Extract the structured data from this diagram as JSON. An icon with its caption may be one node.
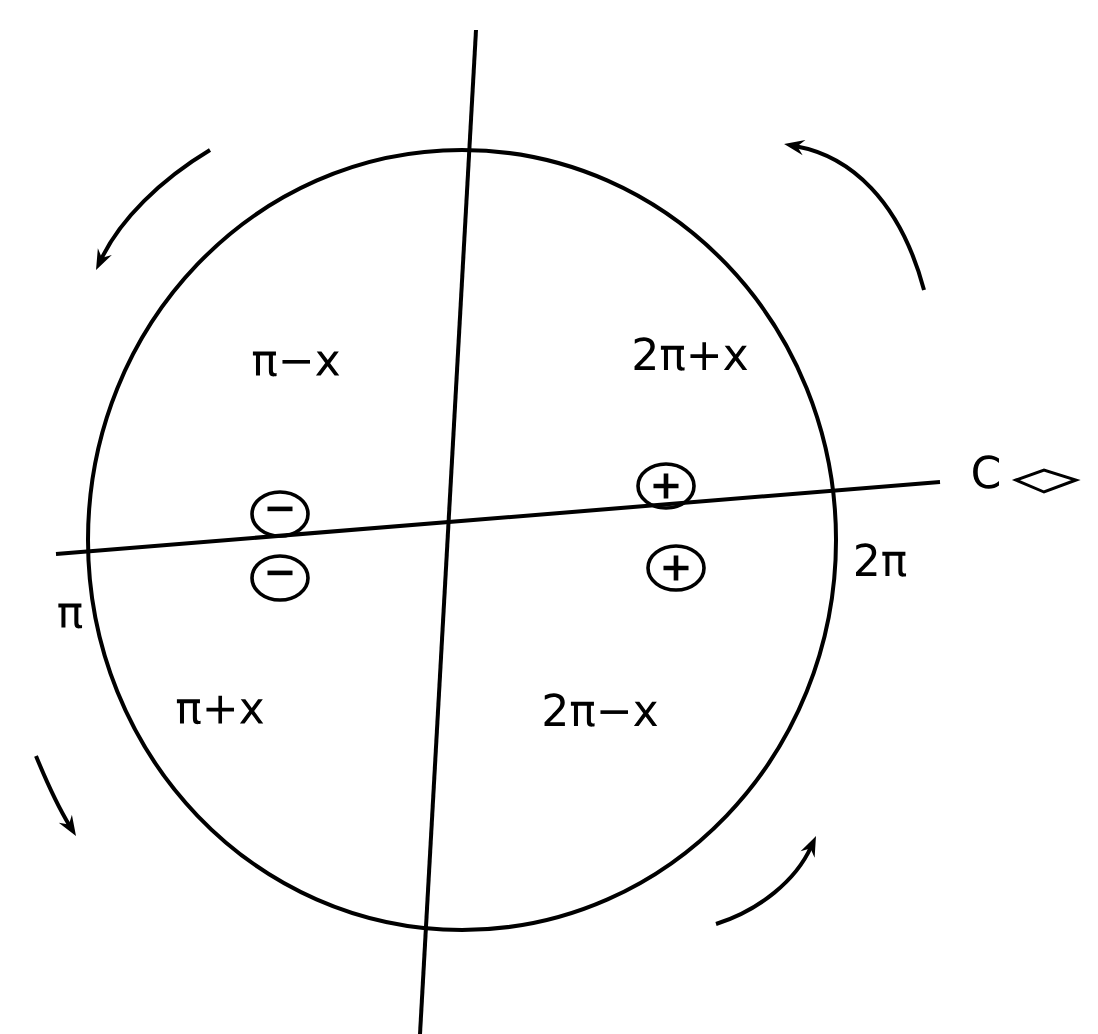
{
  "diagram": {
    "nodes": [
      {
        "text": [
          "−"
        ]
      },
      {
        "text": [
          "−"
        ]
      },
      {
        "text": [
          "+"
        ]
      },
      {
        "text": [
          "+"
        ]
      }
    ],
    "labels": [
      "π−x",
      "2π+x",
      "C",
      "π",
      "2π",
      "π+x",
      "2π−x"
    ]
  }
}
